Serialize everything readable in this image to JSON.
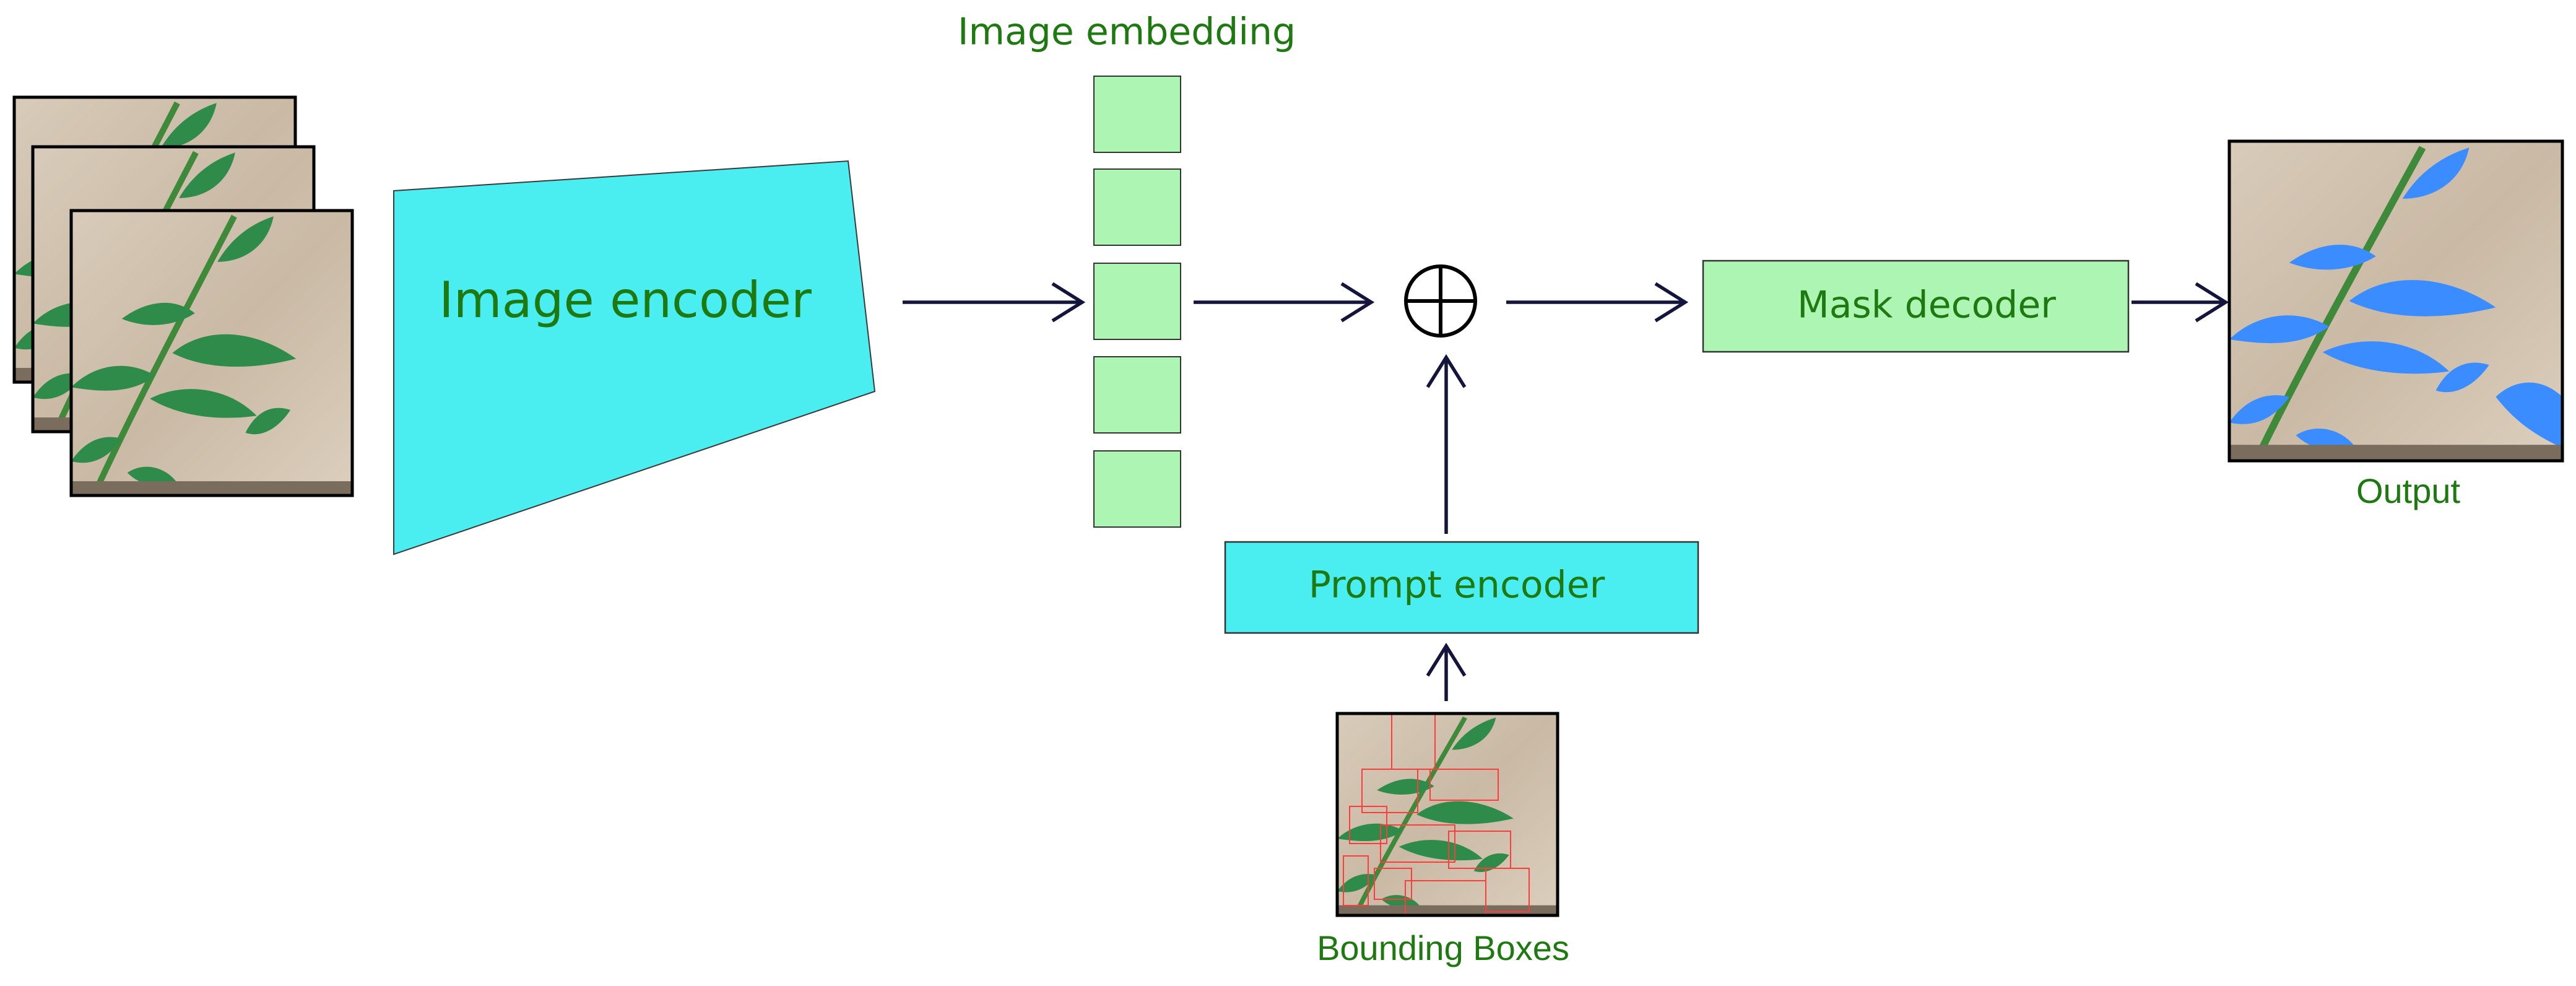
{
  "labels": {
    "image_embedding": "Image embedding",
    "image_encoder": "Image encoder",
    "mask_decoder": "Mask decoder",
    "prompt_encoder": "Prompt encoder",
    "output": "Output",
    "bounding_boxes": "Bounding Boxes"
  },
  "colors": {
    "cyan": "#4aeef1",
    "light_green": "#adf5b3",
    "label_green": "#1e7a10",
    "arrow": "#14143c",
    "mask_blue": "#3a8cff",
    "bbox_red": "#ff3b3b"
  },
  "icons": {
    "combine": "circled-plus-icon"
  }
}
